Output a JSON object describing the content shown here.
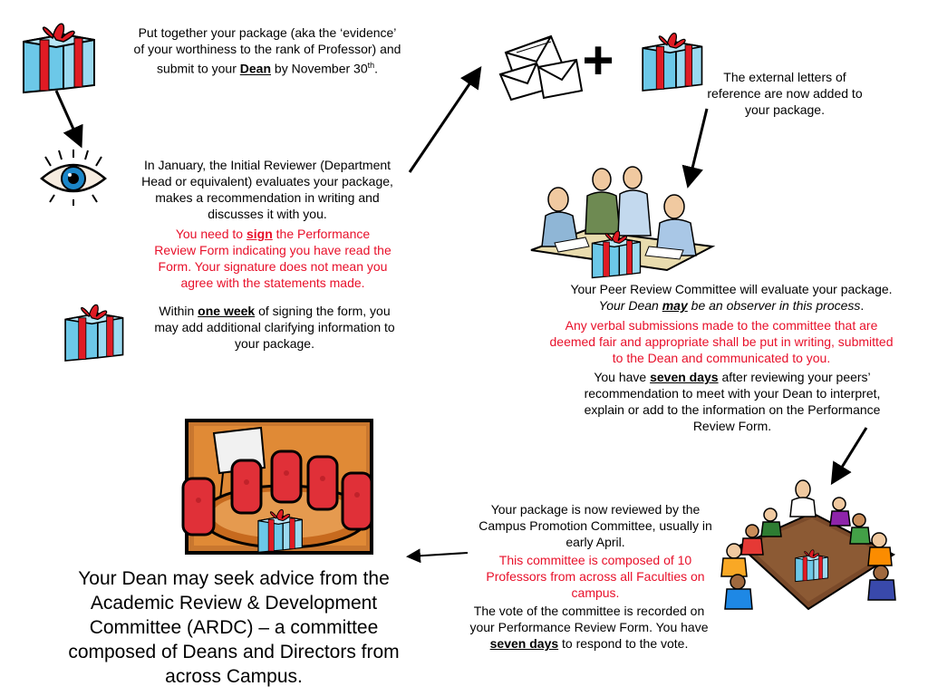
{
  "step1": {
    "l1": "Put together your package (aka the ‘evidence’",
    "l2": "of your worthiness to the rank of Professor) and",
    "l3a": "submit to your ",
    "l3b": "Dean",
    "l3c": " by November 30",
    "l3sup": "th",
    "l3d": "."
  },
  "step2": {
    "l1": "In January, the Initial Reviewer (Department",
    "l2": "Head or equivalent) evaluates your package,",
    "l3": "makes a recommendation in writing and",
    "l4": "discusses it with you.",
    "r1a": "You need to ",
    "r1b": "sign",
    "r1c": " the Performance",
    "r2": "Review Form indicating you have read the",
    "r3": "Form. Your signature does not mean you",
    "r4": "agree with the statements made."
  },
  "step3": {
    "l1a": "Within ",
    "l1b": "one week",
    "l1c": " of signing the form, you",
    "l2": "may add additional clarifying information to",
    "l3": "your package."
  },
  "step4": {
    "plus": "+",
    "l1": "The external letters of",
    "l2": "reference are now added to",
    "l3": "your package."
  },
  "step5": {
    "l1": "Your Peer Review Committee will evaluate your package.",
    "l2a": "Your Dean ",
    "l2b": "may",
    "l2c": " be an observer in this process",
    "l2d": ".",
    "r1": "Any verbal submissions made to the committee that are",
    "r2": "deemed fair and appropriate shall be put in writing, submitted",
    "r3": "to the Dean and communicated to you.",
    "l3a": "You have ",
    "l3b": "seven days",
    "l3c": " after reviewing your peers’",
    "l4": "recommendation to meet with your Dean to interpret,",
    "l5": "explain or add to the information on the Performance",
    "l6": "Review Form."
  },
  "step6": {
    "l1": "Your package is now reviewed by the",
    "l2": "Campus Promotion Committee, usually in",
    "l3": "early April.",
    "r1": "This committee is composed of 10",
    "r2": "Professors from across all Faculties on",
    "r3": "campus.",
    "l4": "The vote of the committee is recorded on",
    "l5": "your Performance Review Form. You have",
    "l6a": "seven days",
    "l6b": " to respond to the vote."
  },
  "step7": {
    "l1": "Your Dean may seek advice from the",
    "l2": "Academic Review & Development",
    "l3": "Committee (ARDC) – a committee",
    "l4": "composed of Deans and Directors from",
    "l5": "across Campus."
  },
  "colors": {
    "gift_blue": "#6cc8e8",
    "ribbon_red": "#e01b24",
    "accent_red": "#e8102a"
  },
  "icons": [
    "gift-icon",
    "eye-icon",
    "envelopes-icon",
    "meeting-people-icon",
    "boardroom-icon",
    "conference-table-icon"
  ]
}
